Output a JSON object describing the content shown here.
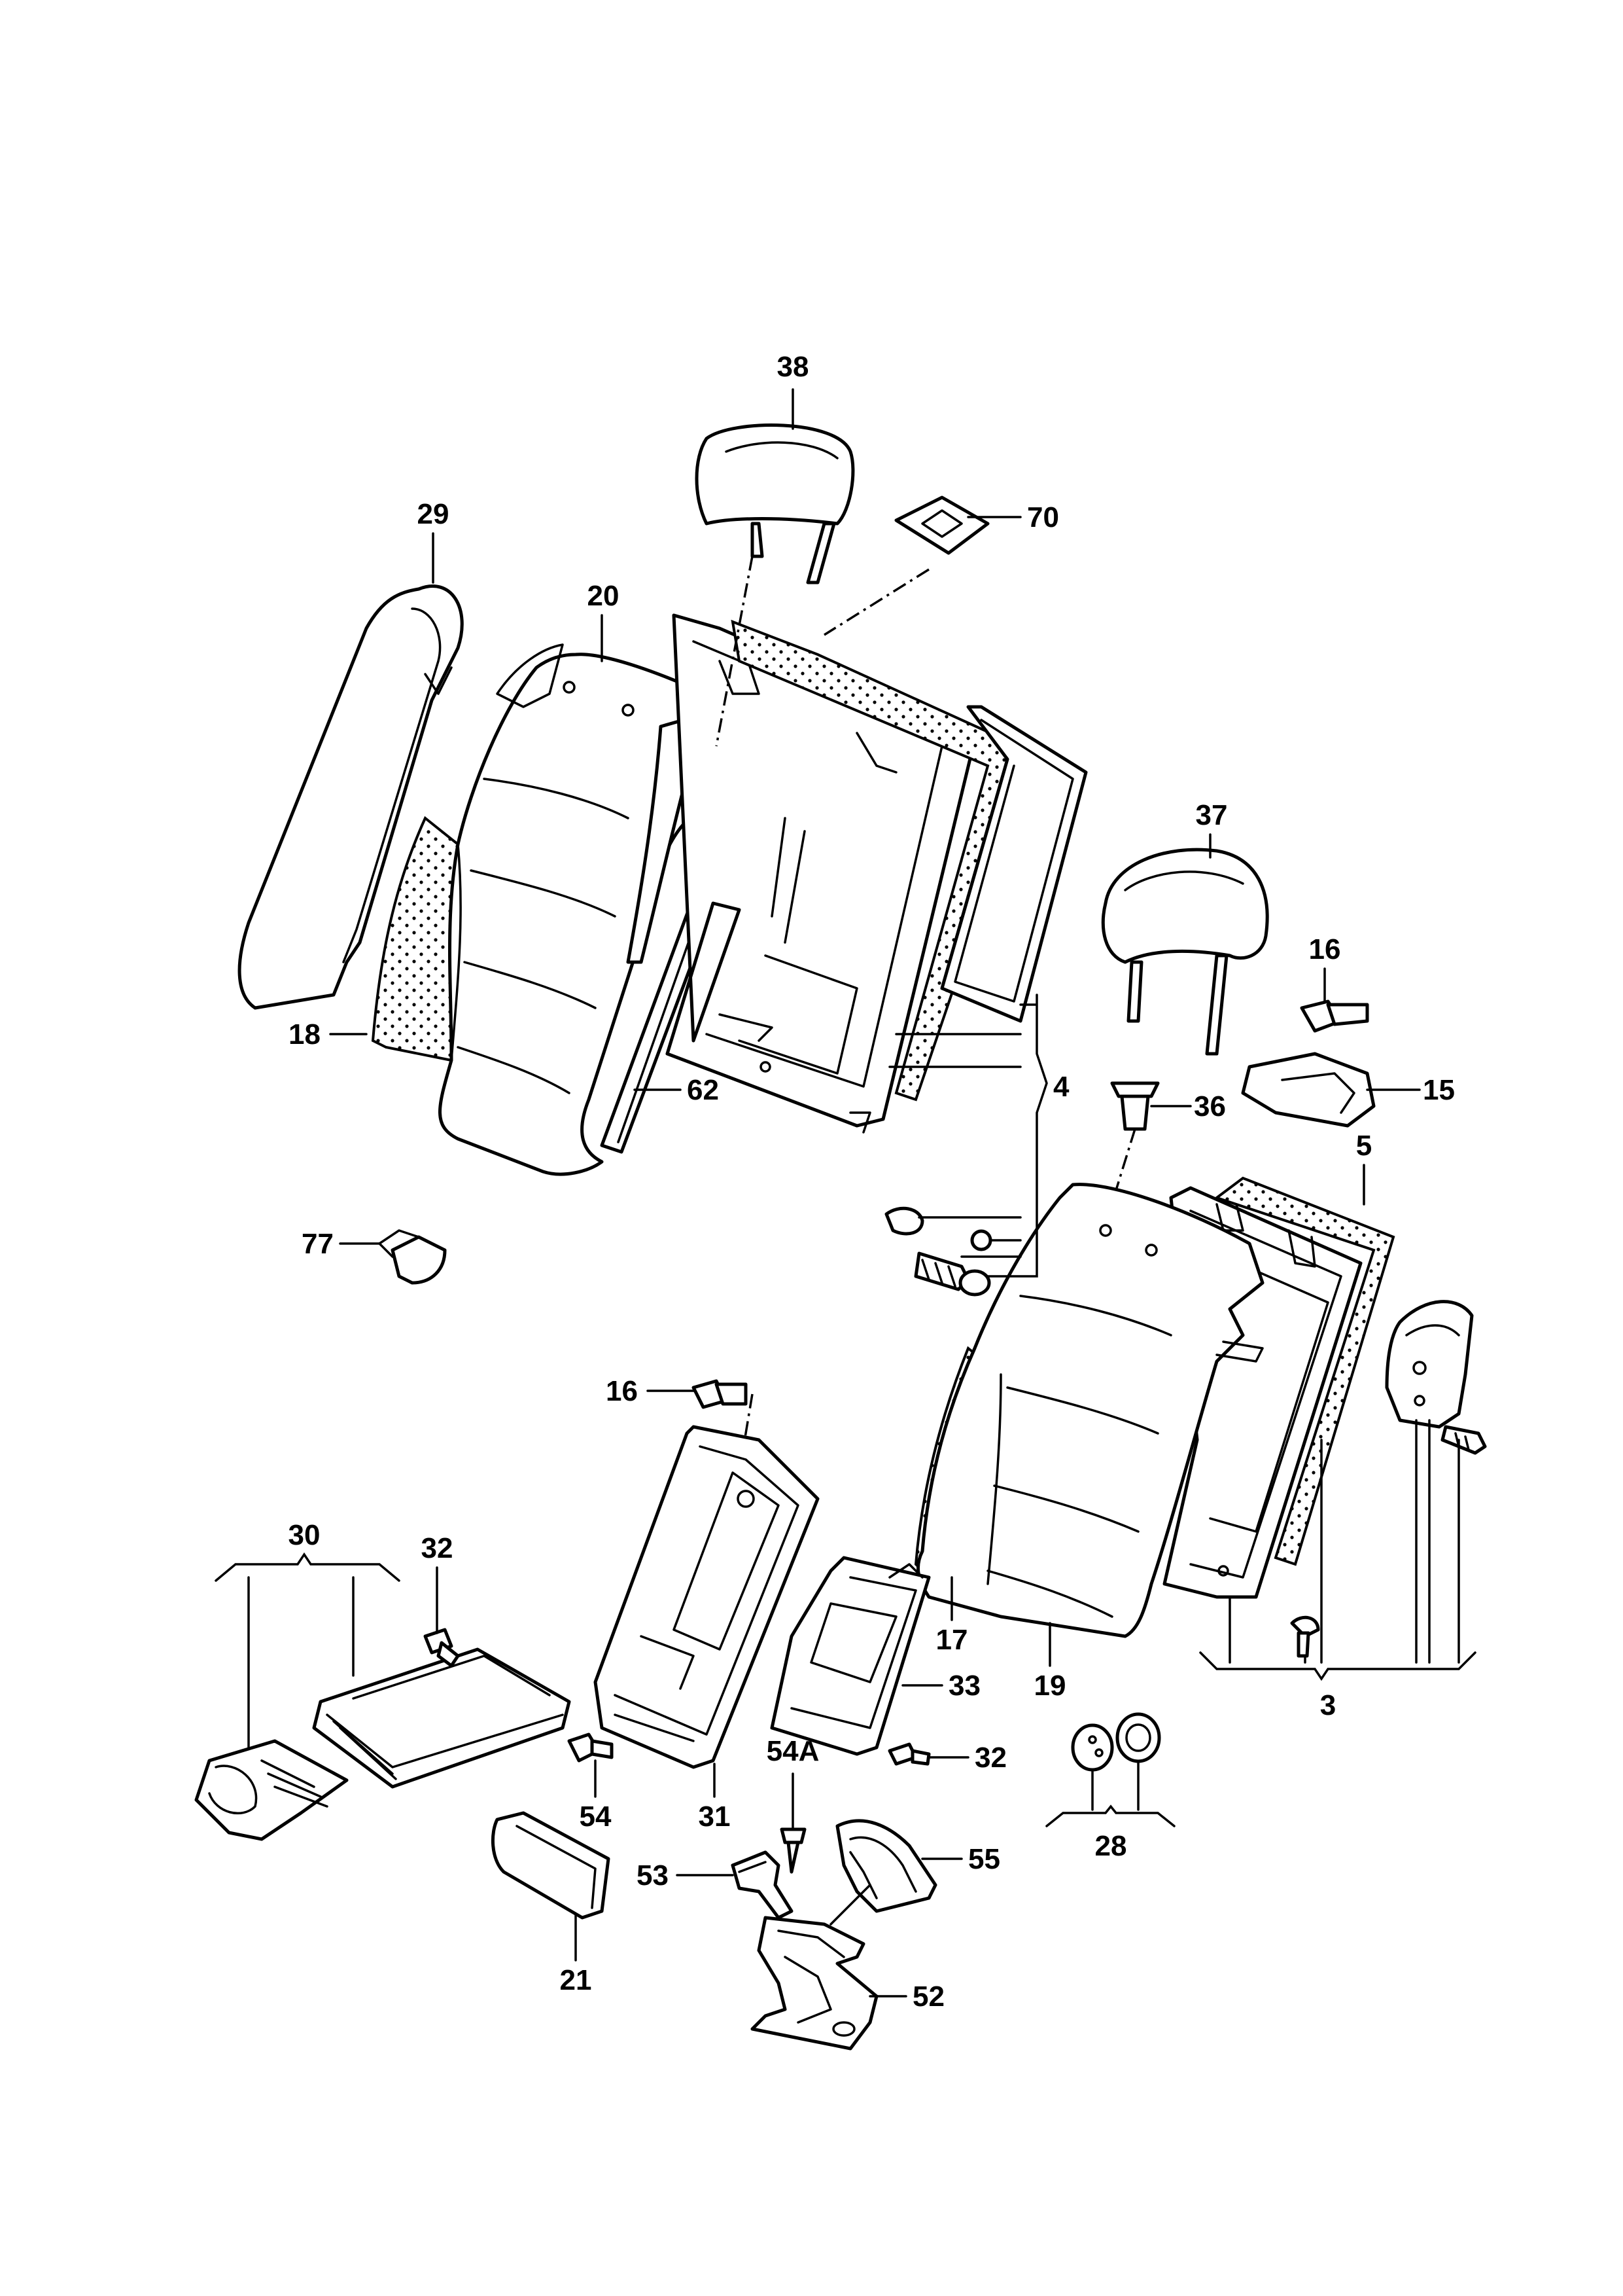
{
  "callouts": {
    "c38": "38",
    "c70": "70",
    "c29": "29",
    "c20": "20",
    "c37": "37",
    "c16a": "16",
    "c18": "18",
    "c62": "62",
    "c4": "4",
    "c36": "36",
    "c15": "15",
    "c77": "77",
    "c5": "5",
    "c16b": "16",
    "c30": "30",
    "c32a": "32",
    "c17": "17",
    "c33": "33",
    "c19": "19",
    "c3": "3",
    "c54A": "54A",
    "c32b": "32",
    "c54": "54",
    "c31": "31",
    "c28": "28",
    "c53": "53",
    "c55": "55",
    "c21": "21",
    "c52": "52"
  }
}
